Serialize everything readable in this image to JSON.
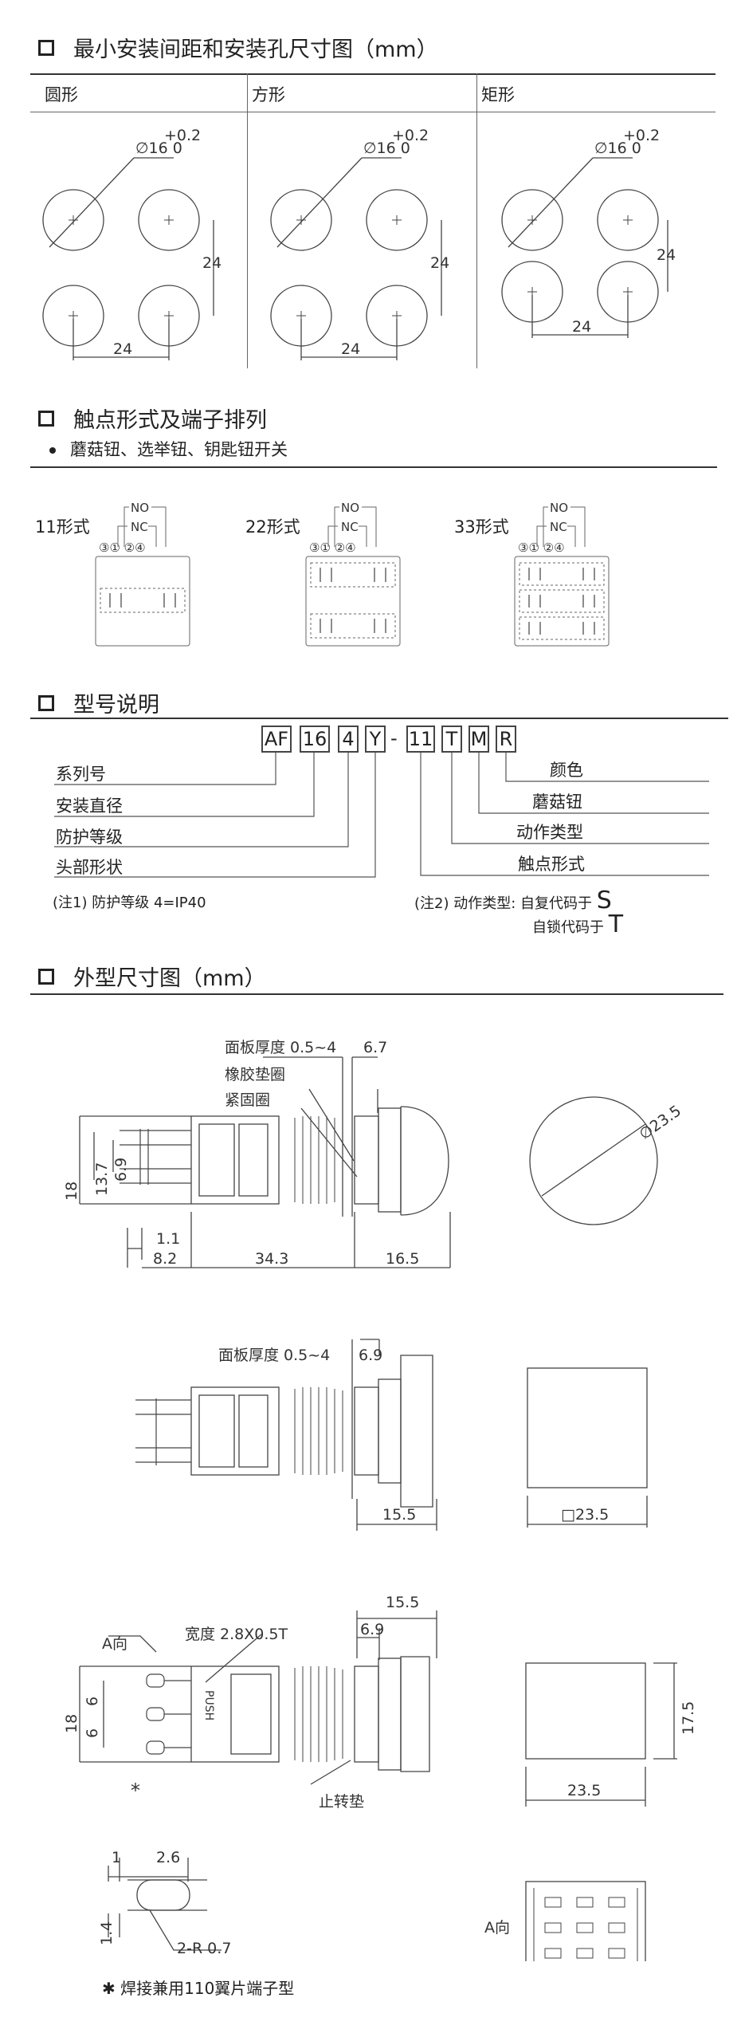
{
  "sections": {
    "min_spacing": {
      "title": "最小安装间距和安装孔尺寸图（mm）",
      "columns": [
        "圆形",
        "方形",
        "矩形"
      ],
      "hole_dim_top": "+0.2",
      "hole_dim": "∅16  0",
      "spacing": "24"
    },
    "contacts": {
      "title": "触点形式及端子排列",
      "bullet": "蘑菇钮、选举钮、钥匙钮开关",
      "forms": [
        {
          "label": "11形式",
          "no": "NO",
          "nc": "NC",
          "terms": "③①  ②④"
        },
        {
          "label": "22形式",
          "no": "NO",
          "nc": "NC",
          "terms": "③①  ②④"
        },
        {
          "label": "33形式",
          "no": "NO",
          "nc": "NC",
          "terms": "③①  ②④"
        }
      ]
    },
    "model": {
      "title": "型号说明",
      "code": [
        "AF",
        "16",
        "4",
        "Y",
        "-",
        "11",
        "T",
        "M",
        "R"
      ],
      "left_labels": [
        "系列号",
        "安装直径",
        "防护等级",
        "头部形状"
      ],
      "right_labels": [
        "颜色",
        "蘑菇钮",
        "动作类型",
        "触点形式"
      ],
      "note1": "(注1)  防护等级 4=IP40",
      "note2_a": "(注2)  动作类型: 自复代码于",
      "note2_a_code": "S",
      "note2_b": "自锁代码于",
      "note2_b_code": "T"
    },
    "outline": {
      "title": "外型尺寸图（mm）",
      "d1": {
        "panel": "面板厚度 0.5~4",
        "p67": "6.7",
        "rubber": "橡胶垫圈",
        "ring": "紧固圈",
        "h18": "18",
        "h137": "13.7",
        "h69": "6.9",
        "w11": "1.1",
        "w82": "8.2",
        "w343": "34.3",
        "w165": "16.5",
        "dia": "∅23.5"
      },
      "d2": {
        "panel": "面板厚度 0.5~4",
        "p69": "6.9",
        "w155": "15.5",
        "sq": "□23.5"
      },
      "d3": {
        "width": "宽度 2.8X0.5T",
        "a_dir": "A向",
        "h18": "18",
        "h6a": "6",
        "h6b": "6",
        "star": "*",
        "w155": "15.5",
        "w69": "6.9",
        "anti": "止转垫",
        "h175": "17.5",
        "w235": "23.5",
        "push": "PUSH"
      },
      "d4": {
        "w1": "1",
        "w26": "2.6",
        "h14": "1.4",
        "r": "2-R 0.7",
        "a_dir": "A向"
      },
      "footnote": "✱ 焊接兼用110翼片端子型"
    }
  }
}
